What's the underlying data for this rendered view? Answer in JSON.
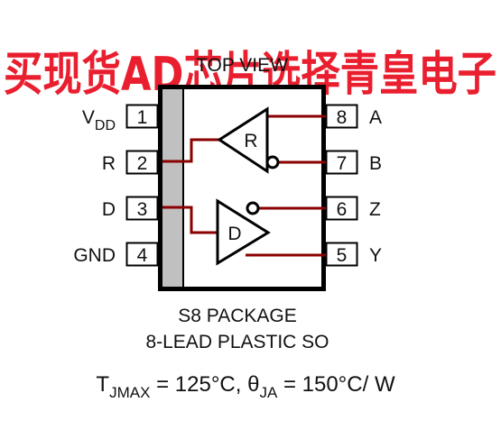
{
  "watermark": {
    "text": "买现货AD芯片选择青皇电子",
    "color": "#e60012"
  },
  "view_label": "TOP VIEW",
  "pins_left": [
    {
      "number": "1",
      "name": "V",
      "sub": "DD"
    },
    {
      "number": "2",
      "name": "R"
    },
    {
      "number": "3",
      "name": "D"
    },
    {
      "number": "4",
      "name": "GND"
    }
  ],
  "pins_right": [
    {
      "number": "8",
      "name": "A"
    },
    {
      "number": "7",
      "name": "B"
    },
    {
      "number": "6",
      "name": "Z"
    },
    {
      "number": "5",
      "name": "Y"
    }
  ],
  "receiver_label": "R",
  "driver_label": "D",
  "package_line1": "S8 PACKAGE",
  "package_line2": "8-LEAD PLASTIC SO",
  "thermal": {
    "t_main": "T",
    "t_sub": "JMAX",
    "t_value": " = 125°C, θ",
    "theta_sub": "JA",
    "theta_value": " = 150°C/ W"
  },
  "colors": {
    "wire": "#8b0000",
    "body_stripe": "#c0c0c0",
    "outline": "#000000"
  }
}
